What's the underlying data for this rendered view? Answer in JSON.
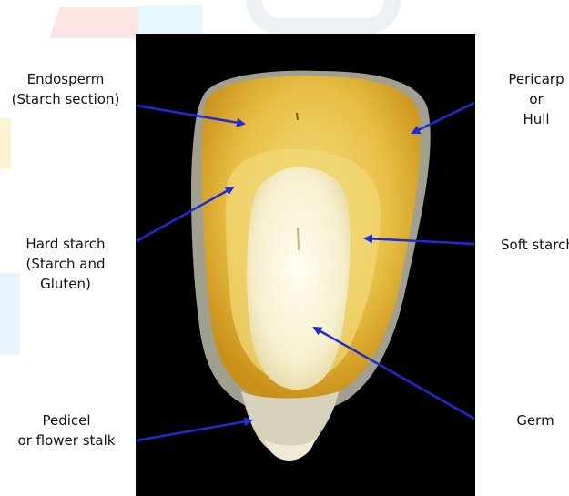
{
  "colors": {
    "background": "#ffffff",
    "photo_background": "#000000",
    "arrow": "#1f2bd6",
    "label_text": "#111111",
    "kernel_outer": "#d9a21f",
    "kernel_inner": "#f1dc7a",
    "germ": "#faf6dc",
    "pericarp_edge": "#b9b8a8"
  },
  "labels": {
    "endosperm": {
      "line1": "Endosperm",
      "line2": "(Starch section)"
    },
    "hard_starch": {
      "line1": "Hard starch",
      "line2": "(Starch and",
      "line3": "Gluten)"
    },
    "pedicel": {
      "line1": "Pedicel",
      "line2": "or flower stalk"
    },
    "pericarp": {
      "line1": "Pericarp",
      "line2": "or",
      "line3": "Hull"
    },
    "soft_starch": {
      "line1": "Soft starch"
    },
    "germ": {
      "line1": "Germ"
    }
  }
}
